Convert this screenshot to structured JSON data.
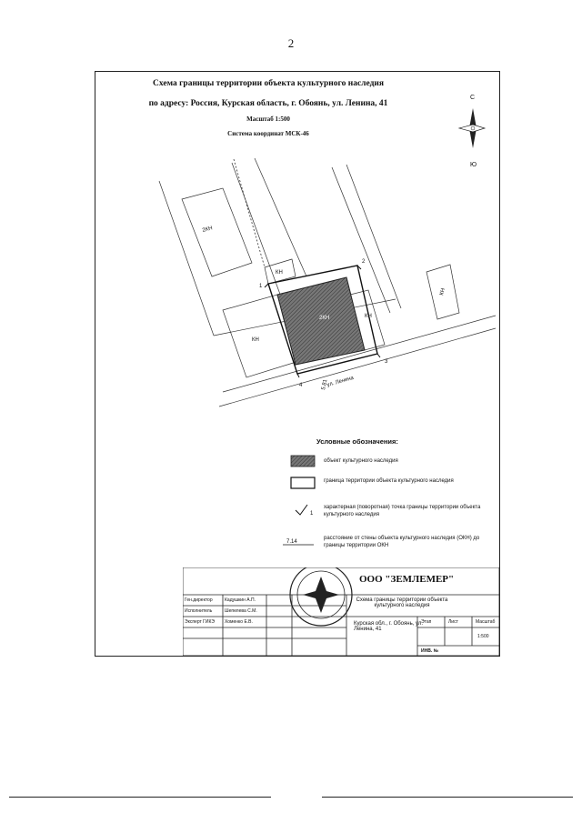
{
  "page": {
    "number": "2"
  },
  "title": {
    "line1": "Схема границы территории объекта культурного наследия",
    "line2": "по адресу: Россия, Курская область, г. Обоянь, ул. Ленина, 41",
    "line3": "Масштаб 1:500",
    "line4": "Система координат МСК-46"
  },
  "compass": {
    "north": "С",
    "south": "Ю"
  },
  "map": {
    "parcel_labels": [
      "2КН",
      "КН",
      "КН",
      "КН",
      "2КН",
      "КН"
    ],
    "street": "ул. Ленина",
    "points": [
      "1",
      "2",
      "3",
      "4"
    ],
    "distance_label": "5.81"
  },
  "legend": {
    "title": "Условные обозначения:",
    "items": [
      "объект культурного наследия",
      "граница территории объекта культурного наследия",
      "характерная (поворотная) точка границы территории объекта культурного наследия",
      "расстояние от стены объекта культурного наследия (ОКН) до границы территории ОКН"
    ],
    "point_symbol": "1",
    "distance_example": "7.14"
  },
  "title_block": {
    "org": "ООО \"ЗЕМЛЕМЕР\"",
    "rows": [
      {
        "role": "Ген.директор",
        "name": "Кадушкин А.П."
      },
      {
        "role": "Исполнитель",
        "name": "Шепелева С.М."
      },
      {
        "role": "Эксперт ГИКЭ",
        "name": "Хоменко Е.В."
      }
    ],
    "doc_title": "Схема границы территории объекта культурного наследия",
    "address": "Курская обл., г. Обоянь, ул. Ленина, 41",
    "col_headers": [
      "Этап",
      "Лист",
      "Масштаб"
    ],
    "scale": "1:500",
    "inv": "ИНВ. №"
  }
}
